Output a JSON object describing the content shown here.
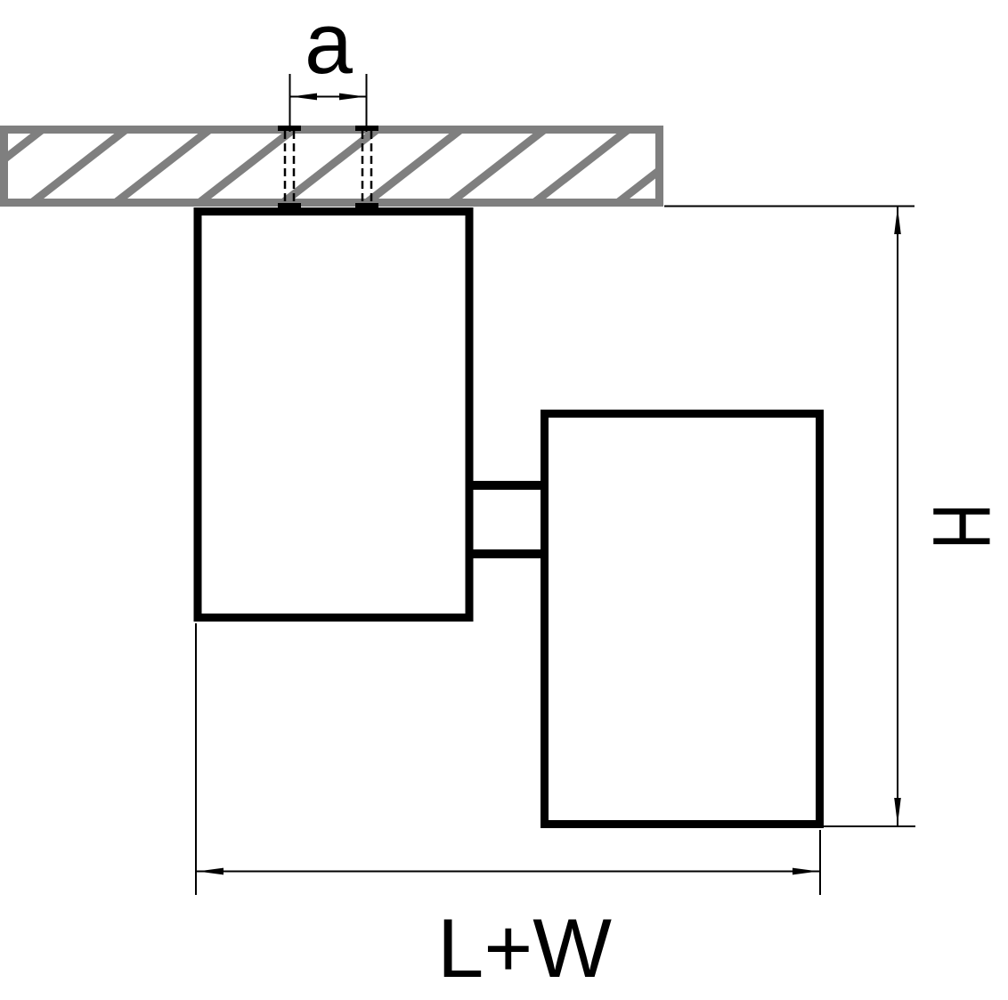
{
  "diagram": {
    "labels": {
      "a": "a",
      "height": "H",
      "length_width": "L+W"
    },
    "colors": {
      "line": "#000000",
      "ceiling": "#7f7f7f",
      "background": "#ffffff"
    }
  }
}
